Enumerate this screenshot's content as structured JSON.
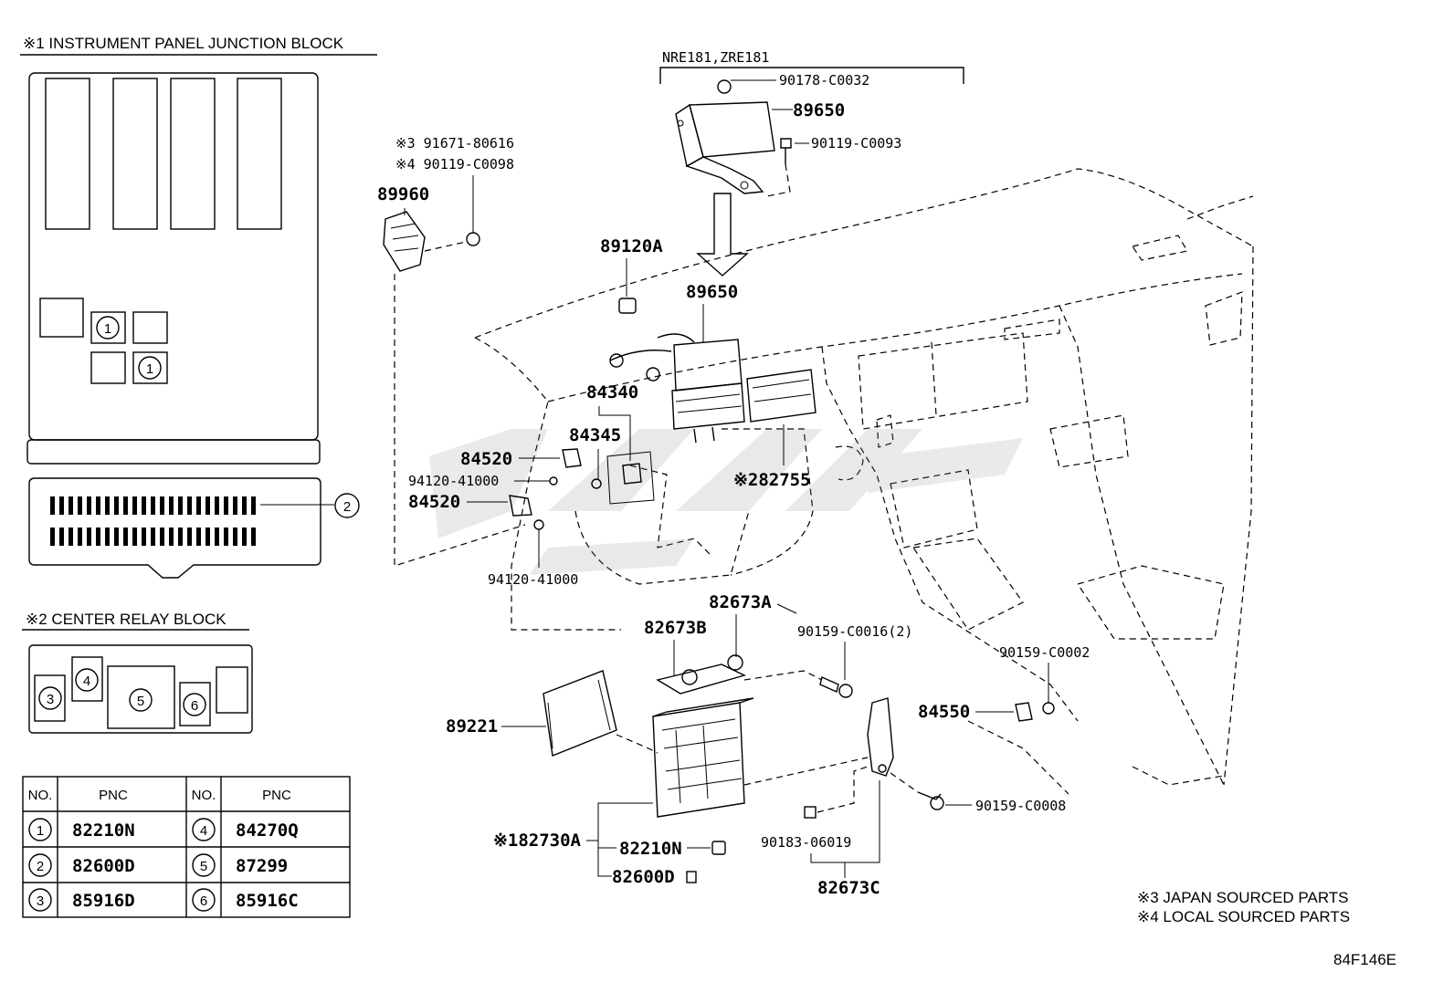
{
  "panels": {
    "junction_block_title": "※1 INSTRUMENT PANEL JUNCTION BLOCK",
    "relay_block_title": "※2 CENTER RELAY BLOCK"
  },
  "circled": {
    "c1a": "1",
    "c1b": "1",
    "c2": "2",
    "c3": "3",
    "c4": "4",
    "c5": "5",
    "c6": "6"
  },
  "table": {
    "headers": [
      "NO.",
      "PNC",
      "NO.",
      "PNC"
    ],
    "rows": [
      {
        "no1": "1",
        "pnc1": "82210N",
        "no2": "4",
        "pnc2": "84270Q"
      },
      {
        "no1": "2",
        "pnc1": "82600D",
        "no2": "5",
        "pnc2": "87299"
      },
      {
        "no1": "3",
        "pnc1": "85916D",
        "no2": "6",
        "pnc2": "85916C"
      }
    ]
  },
  "callouts": {
    "nre": "NRE181,ZRE181",
    "p90178": "90178-C0032",
    "p89650_top": "89650",
    "p90119_c0093": "90119-C0093",
    "p91671": "※3 91671-80616",
    "p90119_c0098": "※4 90119-C0098",
    "p89960": "89960",
    "p89120a": "89120A",
    "p89650": "89650",
    "p84340": "84340",
    "p84345": "84345",
    "p84520a": "84520",
    "p94120a": "94120-41000",
    "p84520b": "84520",
    "p94120b": "94120-41000",
    "p82755": "※282755",
    "p82673a": "82673A",
    "p82673b": "82673B",
    "p90159_c0016": "90159-C0016(2)",
    "p90159_c0002": "90159-C0002",
    "p84550": "84550",
    "p89221": "89221",
    "p90159_c0008": "90159-C0008",
    "p82730a": "※182730A",
    "p82210n": "82210N",
    "p82600d": "82600D",
    "p90183": "90183-06019",
    "p82673c": "82673C"
  },
  "notes": {
    "japan": "※3 JAPAN SOURCED PARTS",
    "local": "※4 LOCAL SOURCED PARTS",
    "code": "84F146E"
  }
}
